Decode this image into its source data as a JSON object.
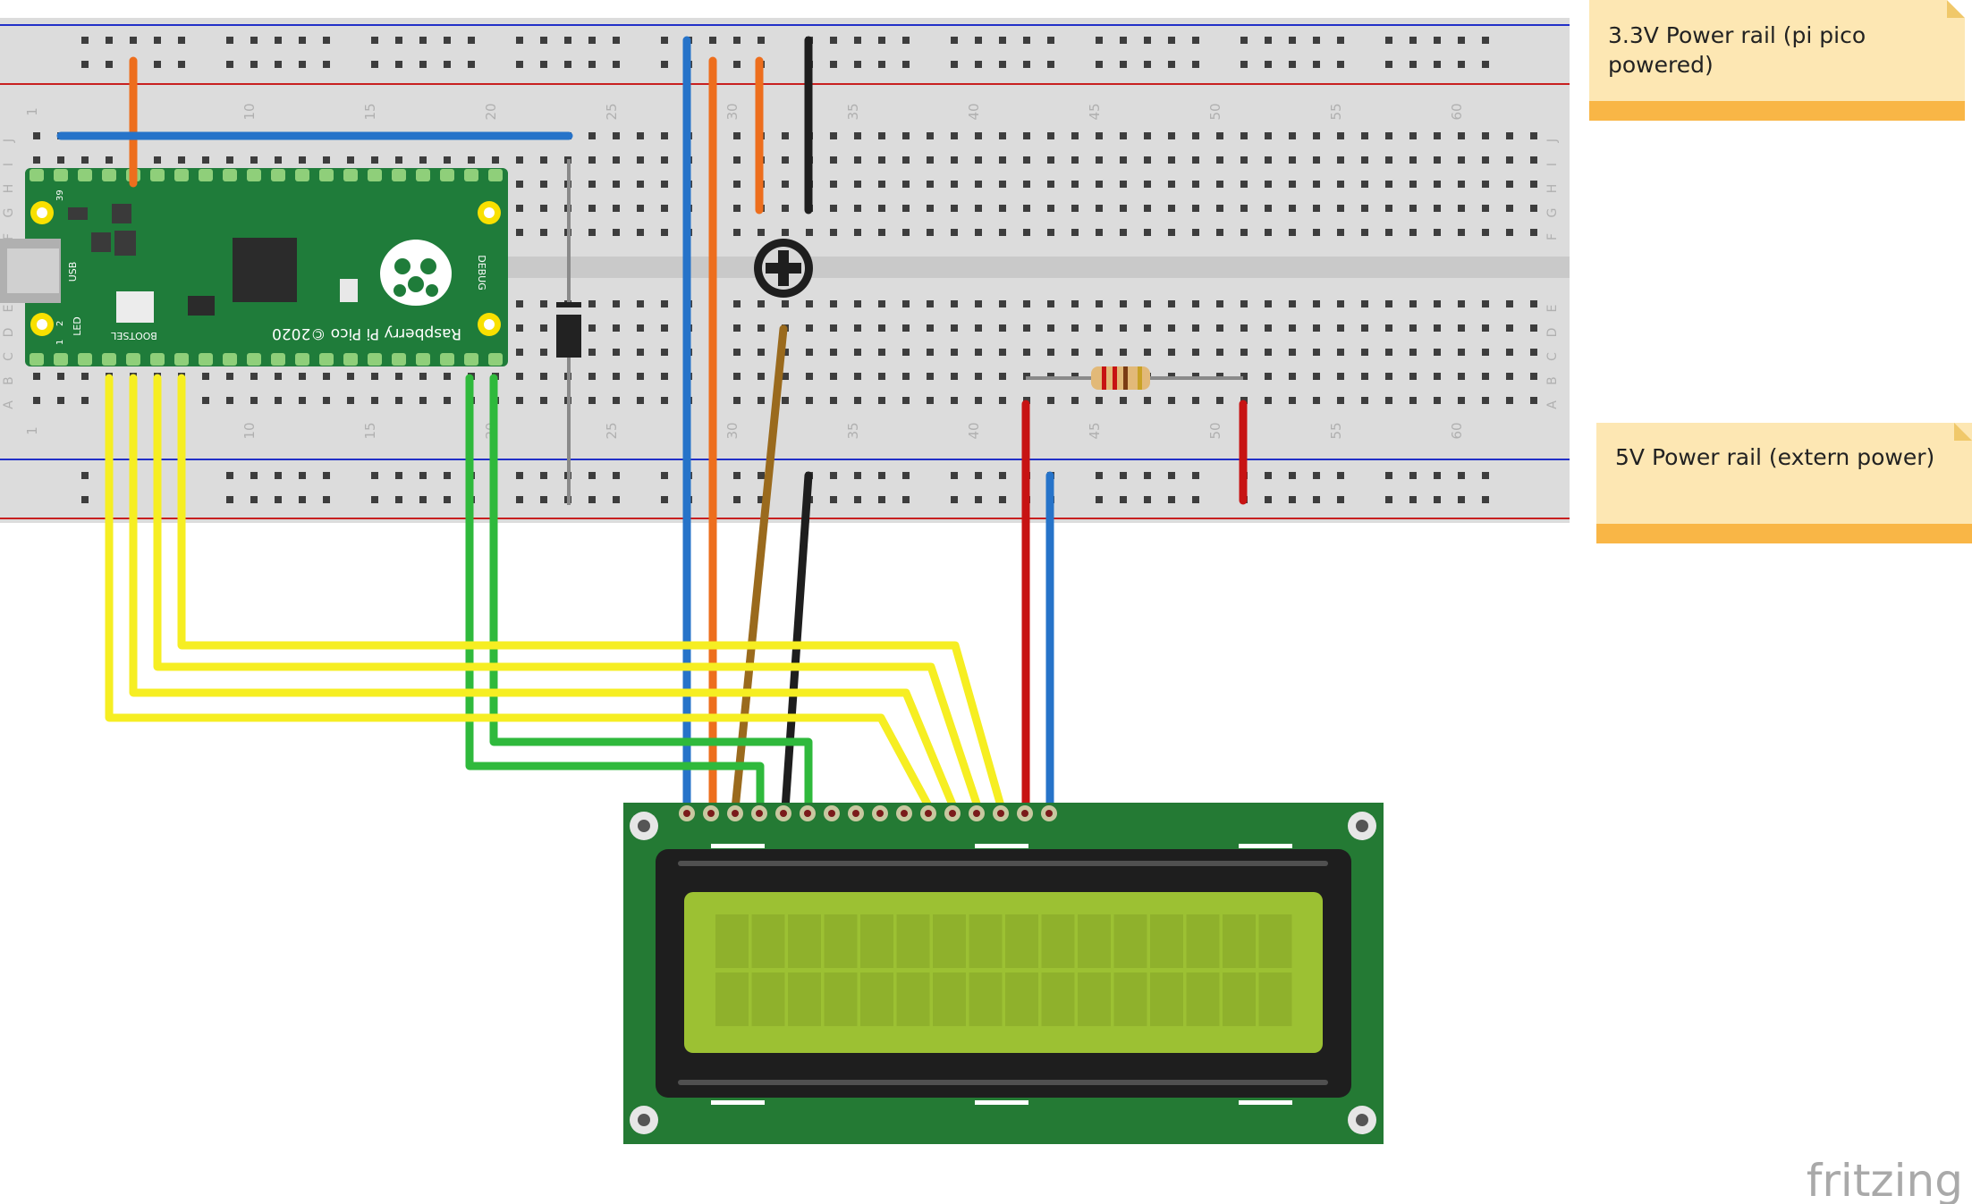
{
  "notes": {
    "rail_33v": "3.3V Power rail (pi pico powered)",
    "rail_5v": "5V Power rail (extern power)"
  },
  "pico": {
    "brand": "Raspberry Pi Pico ©2020",
    "usb": "USB",
    "bootsel": "BOOTSEL",
    "led": "LED",
    "debug": "DEBUG",
    "pin1": "1",
    "pin2": "2",
    "pin39": "39"
  },
  "breadboard": {
    "column_numbers": [
      "1",
      "10",
      "15",
      "20",
      "25",
      "30",
      "35",
      "40",
      "45",
      "50",
      "55",
      "60"
    ],
    "row_letters_top": [
      "J",
      "I",
      "H",
      "G",
      "F"
    ],
    "row_letters_bottom": [
      "E",
      "D",
      "C",
      "B",
      "A"
    ]
  },
  "watermark": "fritzing",
  "colors": {
    "wire_blue": "#2673c9",
    "wire_orange": "#ed6e1d",
    "wire_black": "#1e1e1e",
    "wire_yellow": "#f6ee22",
    "wire_green": "#2fb93c",
    "wire_red": "#c71313",
    "wire_brown": "#9a6a1d",
    "pico_green": "#1f7c3a",
    "lcd_green": "#247a34",
    "lcd_screen": "#9cc133"
  }
}
